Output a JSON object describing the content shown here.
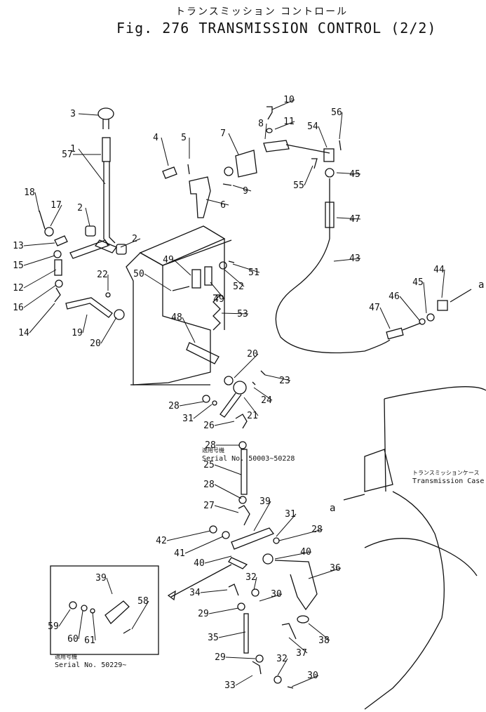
{
  "title": {
    "japanese": "トランスミッション コントロール",
    "english": "Fig. 276 TRANSMISSION  CONTROL (2/2)"
  },
  "serial_notes": {
    "upper": {
      "jp": "適用号機",
      "serial": "Serial  No.  50003~50228"
    },
    "lower": {
      "jp": "適用号機",
      "serial": "Serial  No.  50229~"
    }
  },
  "case_label": {
    "jp": "トランスミッションケース",
    "en": "Transmission Case"
  },
  "ref_marker": "a",
  "parts": [
    {
      "n": "1"
    },
    {
      "n": "2"
    },
    {
      "n": "2"
    },
    {
      "n": "3"
    },
    {
      "n": "4"
    },
    {
      "n": "5"
    },
    {
      "n": "6"
    },
    {
      "n": "7"
    },
    {
      "n": "8"
    },
    {
      "n": "9"
    },
    {
      "n": "10"
    },
    {
      "n": "11"
    },
    {
      "n": "12"
    },
    {
      "n": "13"
    },
    {
      "n": "14"
    },
    {
      "n": "15"
    },
    {
      "n": "16"
    },
    {
      "n": "17"
    },
    {
      "n": "18"
    },
    {
      "n": "19"
    },
    {
      "n": "20"
    },
    {
      "n": "20"
    },
    {
      "n": "21"
    },
    {
      "n": "22"
    },
    {
      "n": "23"
    },
    {
      "n": "24"
    },
    {
      "n": "25"
    },
    {
      "n": "26"
    },
    {
      "n": "27"
    },
    {
      "n": "28"
    },
    {
      "n": "28"
    },
    {
      "n": "28"
    },
    {
      "n": "28"
    },
    {
      "n": "29"
    },
    {
      "n": "29"
    },
    {
      "n": "30"
    },
    {
      "n": "30"
    },
    {
      "n": "31"
    },
    {
      "n": "31"
    },
    {
      "n": "32"
    },
    {
      "n": "32"
    },
    {
      "n": "33"
    },
    {
      "n": "34"
    },
    {
      "n": "35"
    },
    {
      "n": "36"
    },
    {
      "n": "37"
    },
    {
      "n": "38"
    },
    {
      "n": "39"
    },
    {
      "n": "39"
    },
    {
      "n": "40"
    },
    {
      "n": "40"
    },
    {
      "n": "41"
    },
    {
      "n": "42"
    },
    {
      "n": "43"
    },
    {
      "n": "44"
    },
    {
      "n": "45"
    },
    {
      "n": "45"
    },
    {
      "n": "46"
    },
    {
      "n": "47"
    },
    {
      "n": "47"
    },
    {
      "n": "48"
    },
    {
      "n": "49"
    },
    {
      "n": "49"
    },
    {
      "n": "50"
    },
    {
      "n": "51"
    },
    {
      "n": "52"
    },
    {
      "n": "53"
    },
    {
      "n": "54"
    },
    {
      "n": "55"
    },
    {
      "n": "56"
    },
    {
      "n": "57"
    },
    {
      "n": "58"
    },
    {
      "n": "59"
    },
    {
      "n": "60"
    },
    {
      "n": "61"
    }
  ]
}
